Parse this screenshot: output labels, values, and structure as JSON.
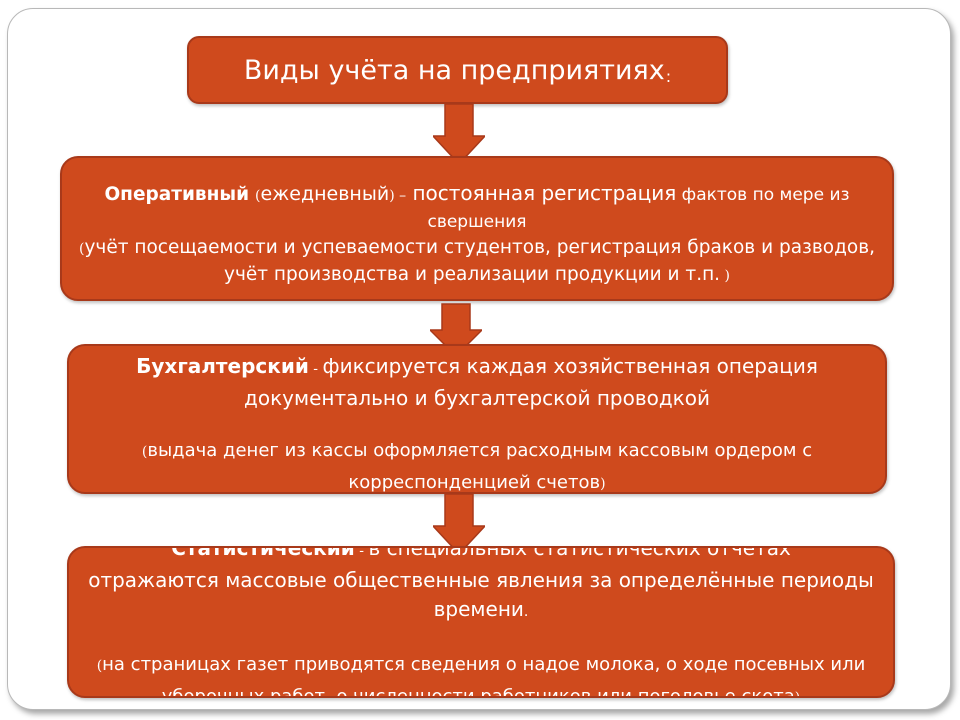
{
  "title": {
    "text": "Виды учёта на предприятиях",
    "colon": ":"
  },
  "box1": {
    "term": "Оперативный",
    "open": "(",
    "paren_text": "ежедневный",
    "close_dash": ") –",
    "definition": " постоянная регистрация",
    "rest": " фактов по мере из свершения",
    "example_open": "(",
    "example": "учёт  посещаемости и успеваемости студентов, регистрация браков и разводов, учёт производства и реализации продукции и т.п.",
    "example_close": " )"
  },
  "box2": {
    "term": "Бухгалтерский",
    "dash": " - ",
    "definition": "фиксируется каждая хозяйственная операция документально и бухгалтерской проводкой",
    "example_open": "(",
    "example": "выдача денег из кассы оформляется расходным кассовым ордером  с корреспонденцией счетов",
    "example_close": ")"
  },
  "box3": {
    "term": "Статистический",
    "dash": " - ",
    "definition_first": "в специальных статистических отчетах",
    "definition": "отражаются массовые общественные явления за определённые периоды времени",
    "dot": ".",
    "example_open": "(",
    "example": "на страницах газет приводятся  сведения о надое молока, о ходе посевных или уборочных работ, о численности работников или поголовье скота",
    "example_close": ")"
  },
  "colors": {
    "box_fill": "#cf4a1d",
    "box_border": "#a8391a",
    "text": "#ffffff"
  }
}
